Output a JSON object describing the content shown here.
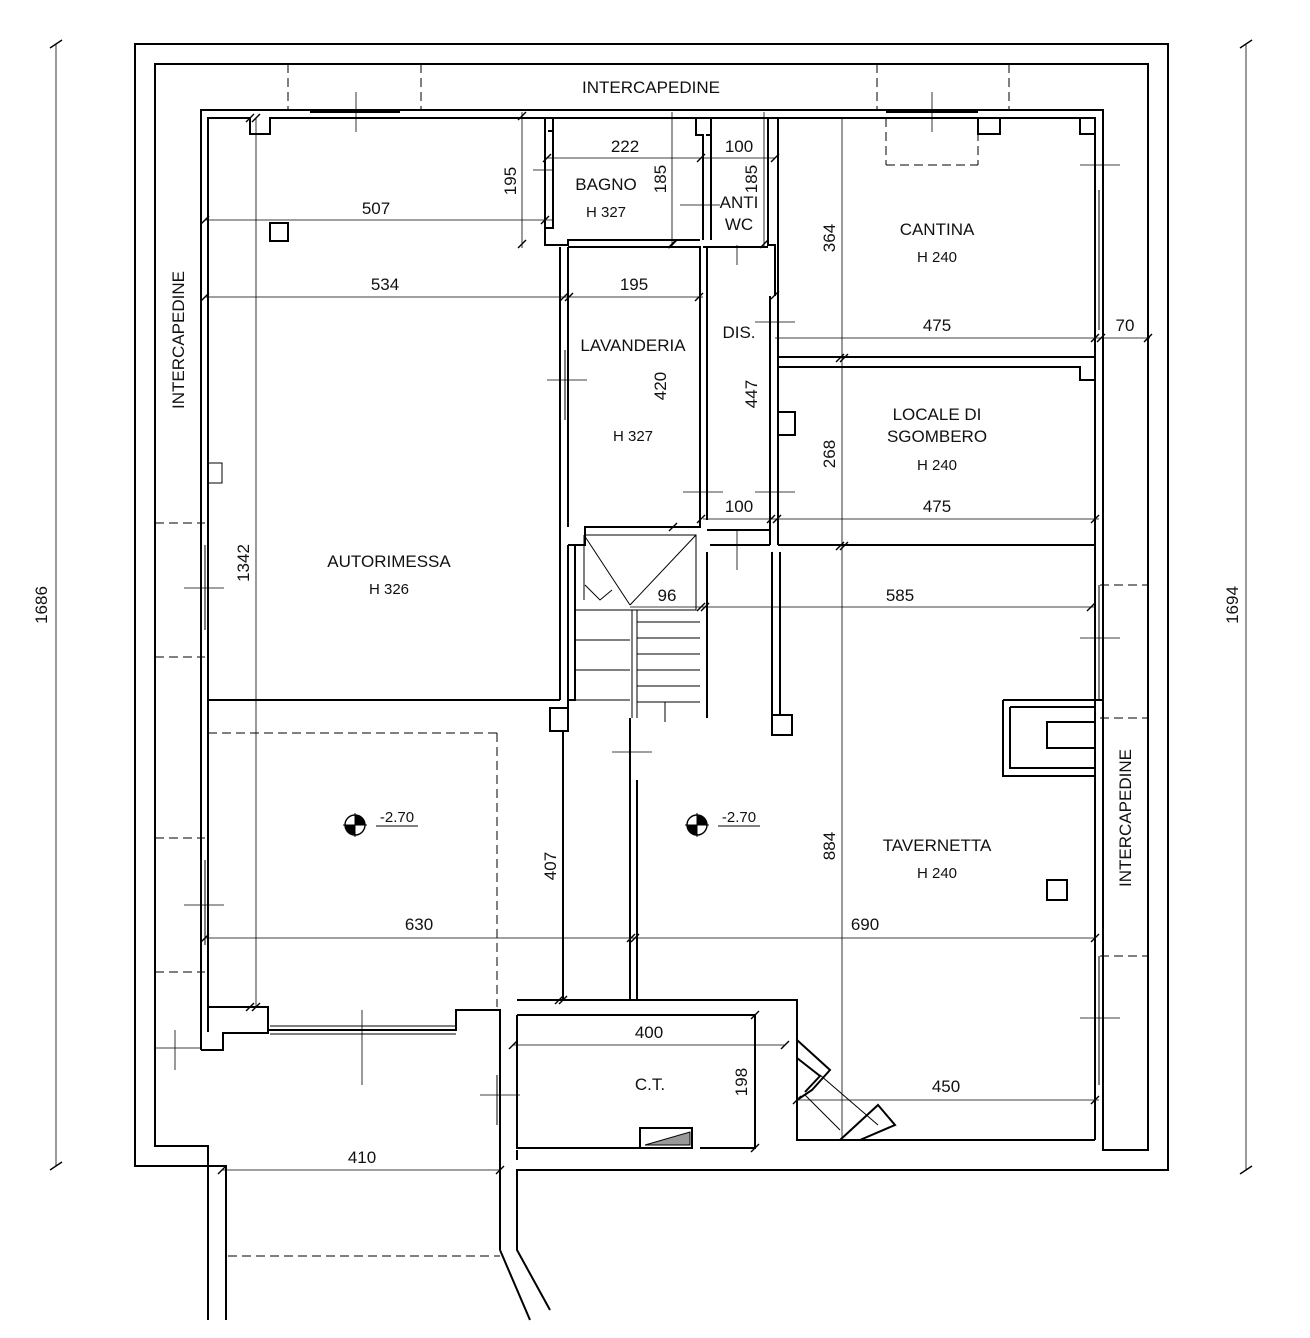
{
  "labels": {
    "intercapedine_top": "INTERCAPEDINE",
    "intercapedine_left": "INTERCAPEDINE",
    "intercapedine_right": "INTERCAPEDINE",
    "bagno": "BAGNO",
    "bagno_h": "H 327",
    "anti": "ANTI",
    "wc": "WC",
    "cantina": "CANTINA",
    "cantina_h": "H 240",
    "lavanderia": "LAVANDERIA",
    "lavanderia_h": "H 327",
    "dis": "DIS.",
    "locale_1": "LOCALE DI",
    "locale_2": "SGOMBERO",
    "locale_h": "H 240",
    "autorimessa": "AUTORIMESSA",
    "autorimessa_h": "H 326",
    "tavernetta": "TAVERNETTA",
    "tavernetta_h": "H 240",
    "ct": "C.T.",
    "level_left": "-2.70",
    "level_right": "-2.70"
  },
  "dims": {
    "d222": "222",
    "d100_top": "100",
    "d195_v": "195",
    "d185_a": "185",
    "d185_b": "185",
    "d507": "507",
    "d534": "534",
    "d195_h": "195",
    "d364": "364",
    "d475_a": "475",
    "d70": "70",
    "d420": "420",
    "d447": "447",
    "d268": "268",
    "d100_mid": "100",
    "d475_b": "475",
    "d96": "96",
    "d585": "585",
    "d1342": "1342",
    "d407": "407",
    "d884": "884",
    "d630": "630",
    "d690": "690",
    "d400": "400",
    "d198": "198",
    "d450": "450",
    "d410": "410",
    "d1686": "1686",
    "d1694": "1694"
  }
}
